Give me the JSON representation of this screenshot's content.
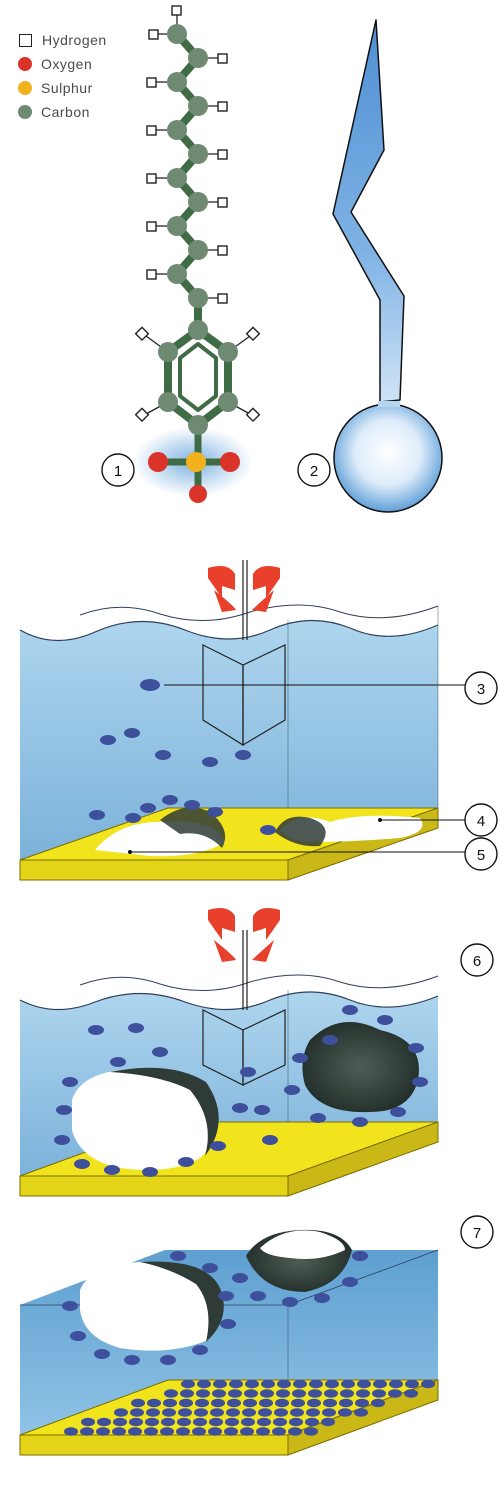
{
  "legend": [
    {
      "label": "Hydrogen",
      "shape": "square",
      "color": "#ffffff"
    },
    {
      "label": "Oxygen",
      "shape": "circle",
      "color": "#d9332a"
    },
    {
      "label": "Sulphur",
      "shape": "circle",
      "color": "#f2b21e"
    },
    {
      "label": "Carbon",
      "shape": "circle",
      "color": "#6f8a72"
    }
  ],
  "callouts": [
    "1",
    "2",
    "3",
    "4",
    "5",
    "6",
    "7"
  ],
  "colors": {
    "water": "#8ec1e0",
    "water_deep": "#5c9fcf",
    "surface_yellow": "#f2e41c",
    "surface_yellow_dark": "#c9b815",
    "surfactant_blue": "#3e4f9c",
    "carbon": "#6f8a72",
    "bond": "#3f6b45",
    "oxygen": "#d9332a",
    "sulphur": "#f2b21e",
    "stirrer_red": "#e8402a",
    "grease_dark": "#2f3b36"
  }
}
